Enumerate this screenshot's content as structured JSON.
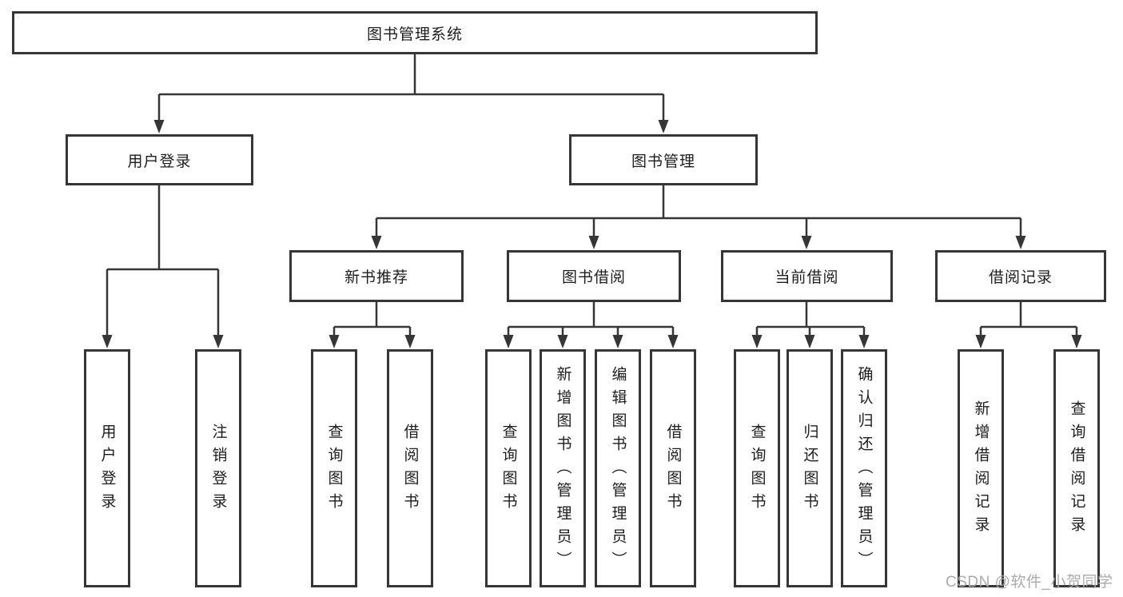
{
  "diagram": {
    "root": {
      "label": "图书管理系统"
    },
    "level2": [
      {
        "label": "用户登录"
      },
      {
        "label": "图书管理"
      }
    ],
    "level3": [
      {
        "label": "新书推荐"
      },
      {
        "label": "图书借阅"
      },
      {
        "label": "当前借阅"
      },
      {
        "label": "借阅记录"
      }
    ],
    "leaves": [
      {
        "label": "用户登录"
      },
      {
        "label": "注销登录"
      },
      {
        "label": "查询图书"
      },
      {
        "label": "借阅图书"
      },
      {
        "label": "查询图书"
      },
      {
        "label": "新增图书（管理员）"
      },
      {
        "label": "编辑图书（管理员）"
      },
      {
        "label": "借阅图书"
      },
      {
        "label": "查询图书"
      },
      {
        "label": "归还图书"
      },
      {
        "label": "确认归还（管理员）"
      },
      {
        "label": "新增借阅记录"
      },
      {
        "label": "查询借阅记录"
      }
    ],
    "watermark": "CSDN @软件_小贺同学",
    "colors": {
      "line": "#363636",
      "text": "#1d1d1d",
      "watermark": "#ababab",
      "background": "#ffffff"
    }
  }
}
